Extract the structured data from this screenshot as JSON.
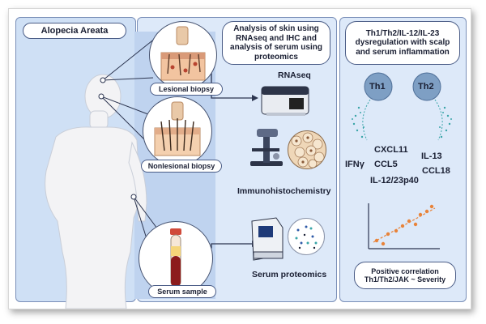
{
  "panel1": {
    "title": "Alopecia Areata",
    "labels": {
      "lesional": "Lesional biopsy",
      "nonlesional": "Nonlesional biopsy",
      "serum": "Serum sample"
    }
  },
  "panel2": {
    "title": "Analysis of skin using RNAseq and IHC and analysis of serum using proteomics",
    "rnaseq": "RNAseq",
    "ihc": "Immunohistochemistry",
    "proteomics": "Serum proteomics"
  },
  "panel3": {
    "title": "Th1/Th2/IL-12/IL-23 dysregulation with scalp and serum inflammation",
    "th1": "Th1",
    "th2": "Th2",
    "cytokines": {
      "ifny": "IFNγ",
      "cxcl11": "CXCL11",
      "ccl5": "CCL5",
      "il12": "IL-12/23p40",
      "il13": "IL-13",
      "ccl18": "CCL18"
    },
    "correlation": "Positive correlation Th1/Th2/JAK ~ Severity"
  },
  "colors": {
    "panel_light": "#dde9f9",
    "panel_mid": "#cfe0f5",
    "cell": "#7e9fc4",
    "accent_orange": "#e8833a",
    "dots_teal": "#3aa5a8"
  }
}
